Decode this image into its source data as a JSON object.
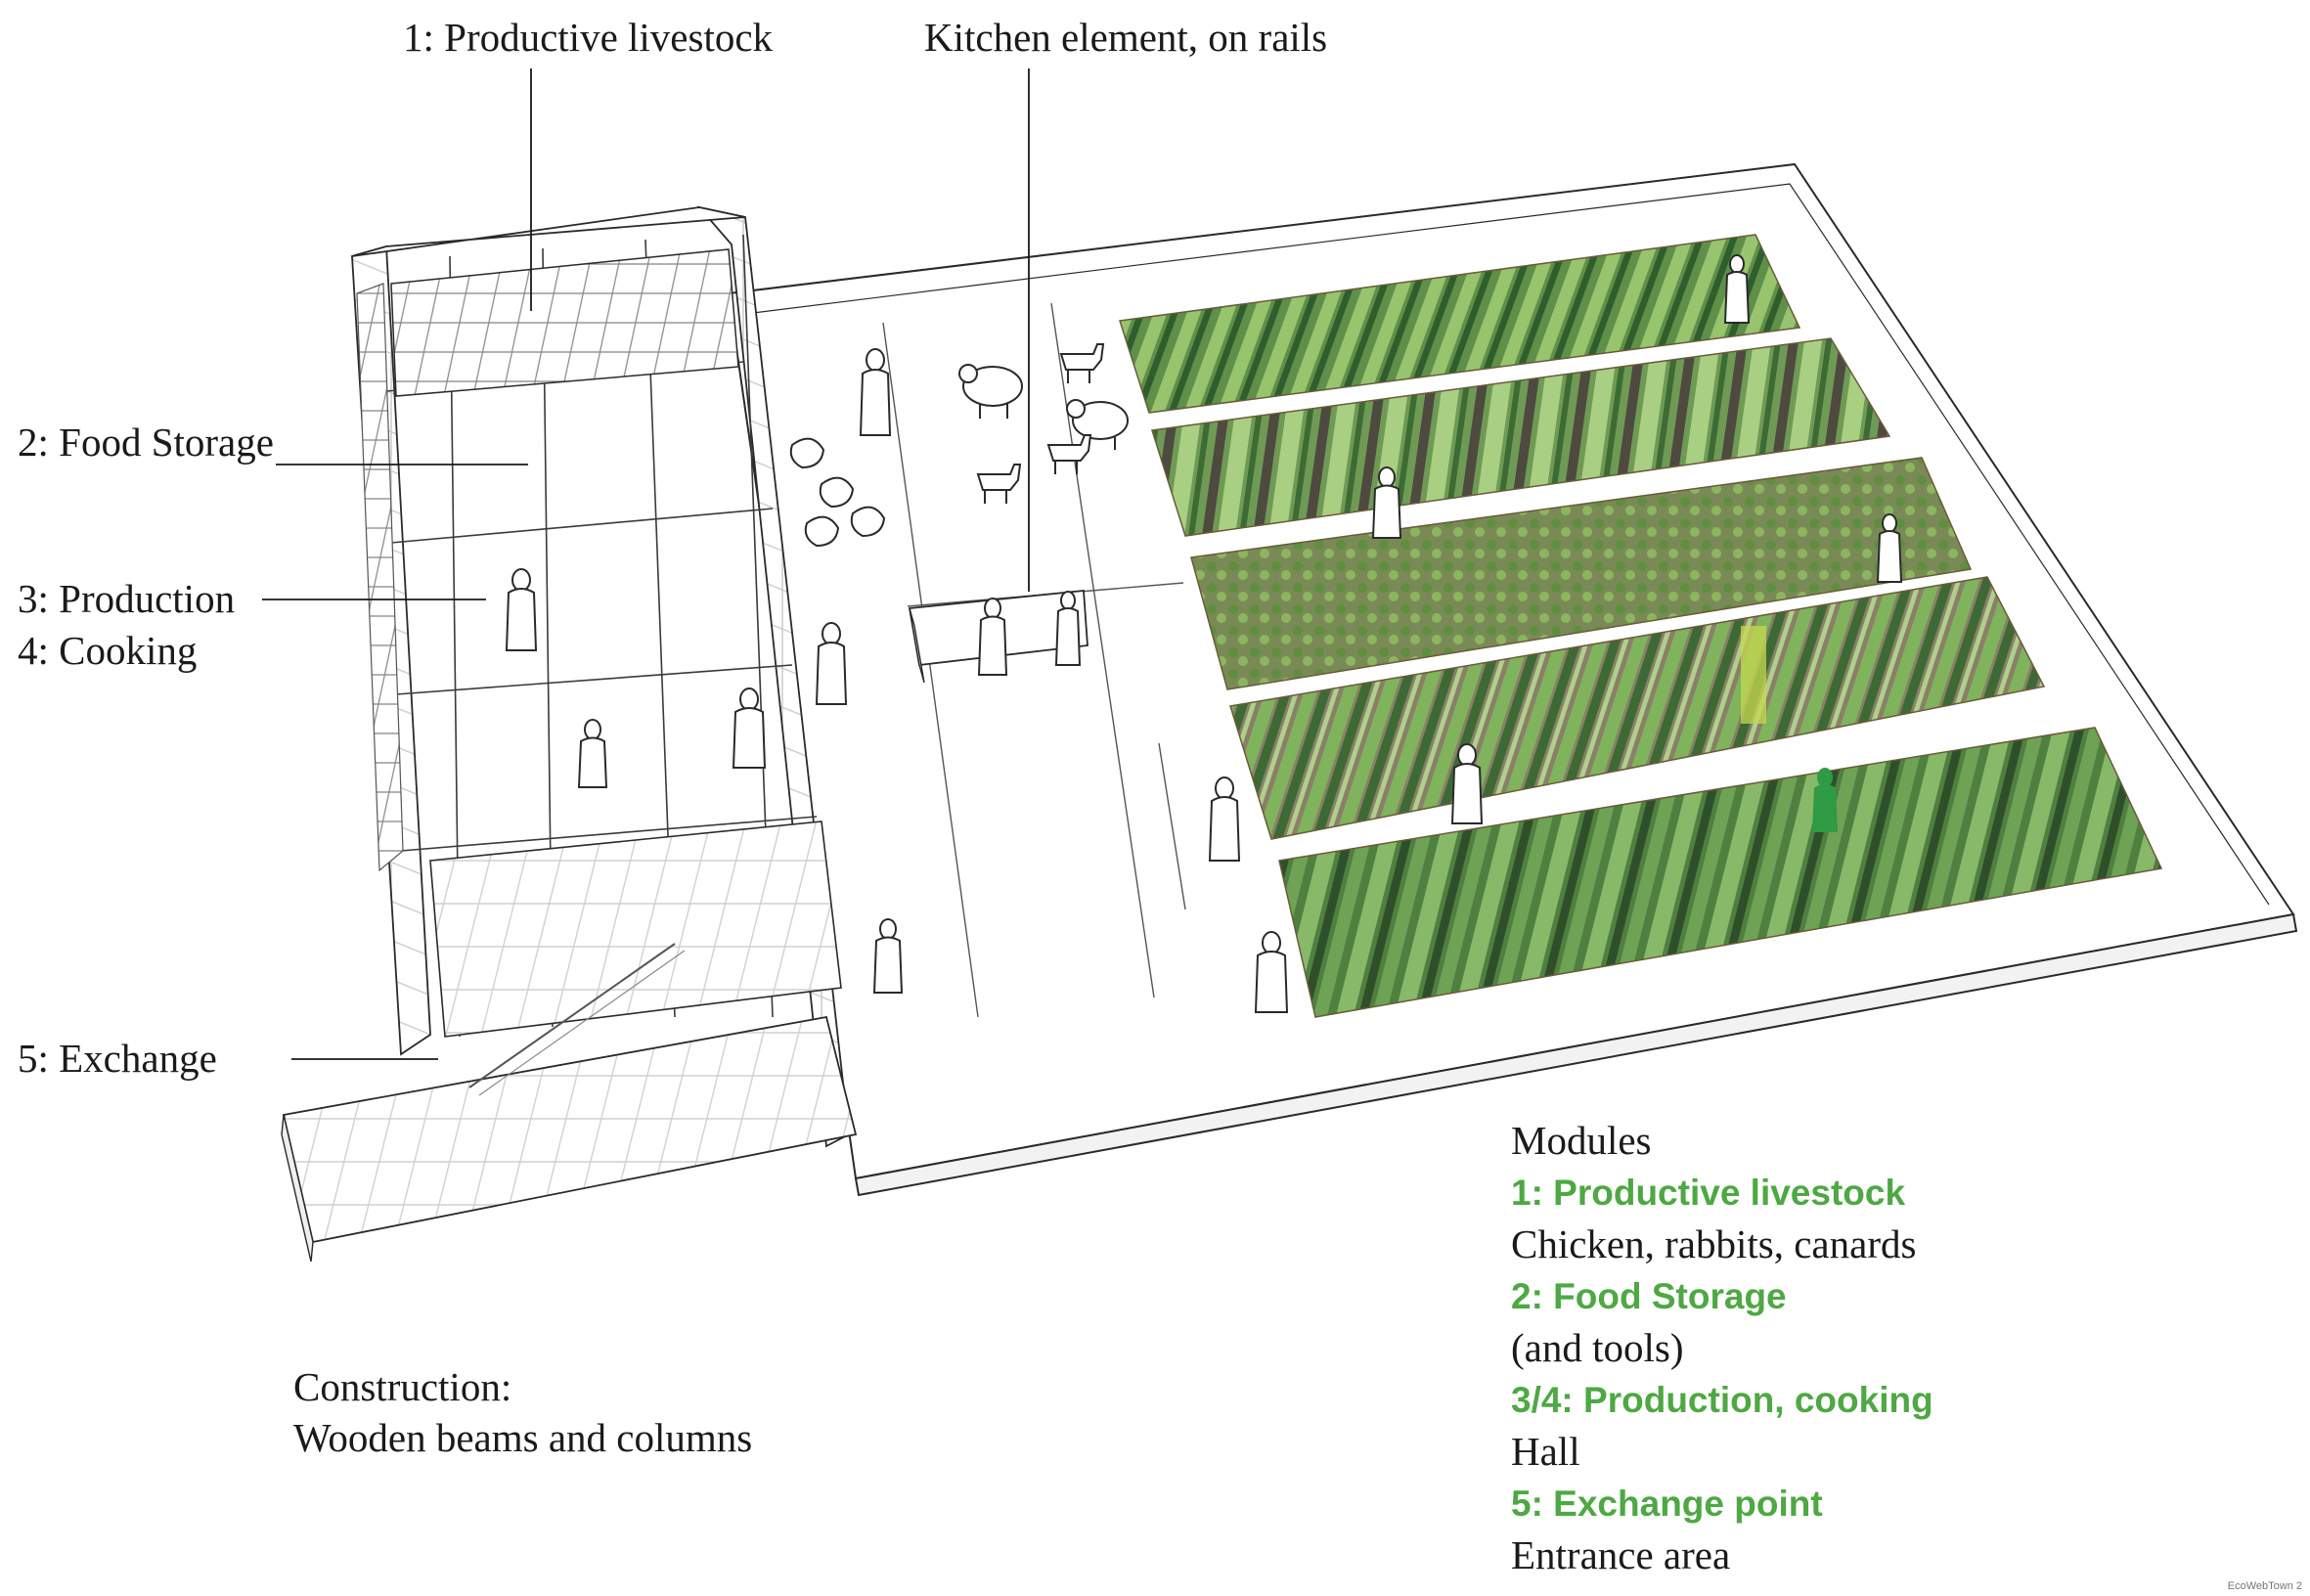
{
  "labels": {
    "livestock": "1: Productive livestock",
    "kitchen": "Kitchen element, on rails",
    "storage": "2: Food Storage",
    "production": "3: Production",
    "cooking": "4: Cooking",
    "exchange": "5: Exchange",
    "construction_1": "Construction:",
    "construction_2": "Wooden beams and columns"
  },
  "modules": {
    "heading": "Modules",
    "items": [
      {
        "title": "1: Productive livestock",
        "desc": "Chicken, rabbits, canards"
      },
      {
        "title": "2: Food Storage",
        "desc": "(and tools)"
      },
      {
        "title": "3/4: Production, cooking",
        "desc": "Hall"
      },
      {
        "title": "5: Exchange point",
        "desc": "Entrance area"
      }
    ]
  },
  "credit": "EcoWebTown 2",
  "colors": {
    "accent_green": "#4ea843",
    "line": "#2a2a2a",
    "field_dark": "#3f6b34",
    "field_light": "#8fbd6b"
  }
}
